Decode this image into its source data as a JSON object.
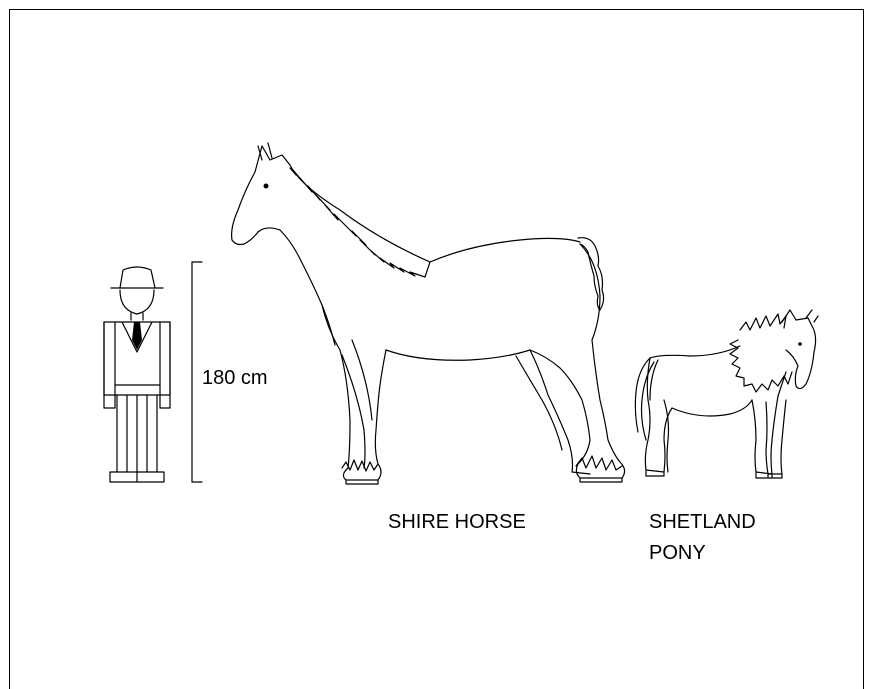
{
  "figure": {
    "scale_label": "180 cm",
    "animals": {
      "shire_horse": {
        "label": "SHIRE HORSE"
      },
      "shetland_pony": {
        "label_line1": "SHETLAND",
        "label_line2": "PONY"
      }
    }
  }
}
